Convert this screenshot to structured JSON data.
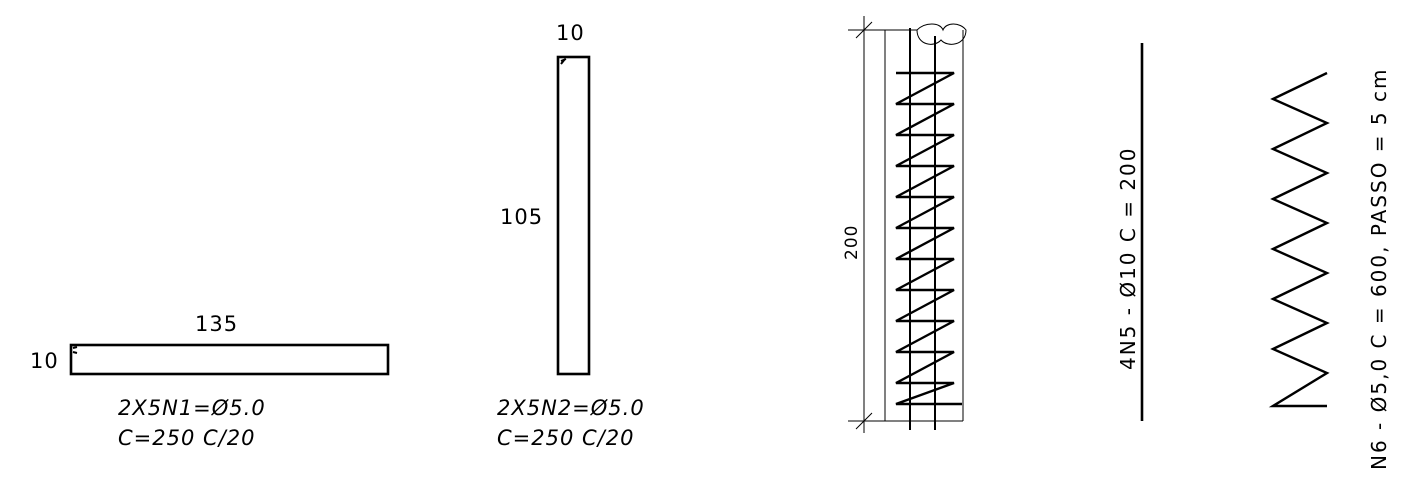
{
  "bar_n1": {
    "length_label": "135",
    "hook_label": "10",
    "spec_line1": "2X5N1=Ø5.0",
    "spec_line2": "C=250 C/20"
  },
  "bar_n2": {
    "hook_label": "10",
    "length_label": "105",
    "spec_line1": "2X5N2=Ø5.0",
    "spec_line2": "C=250 C/20"
  },
  "column_section": {
    "dimension_label": "200"
  },
  "bar_n5": {
    "spec": "4N5 - Ø10 C = 200"
  },
  "spiral_n6": {
    "spec": "N6 - Ø5,0 C = 600, PASSO = 5 cm"
  }
}
